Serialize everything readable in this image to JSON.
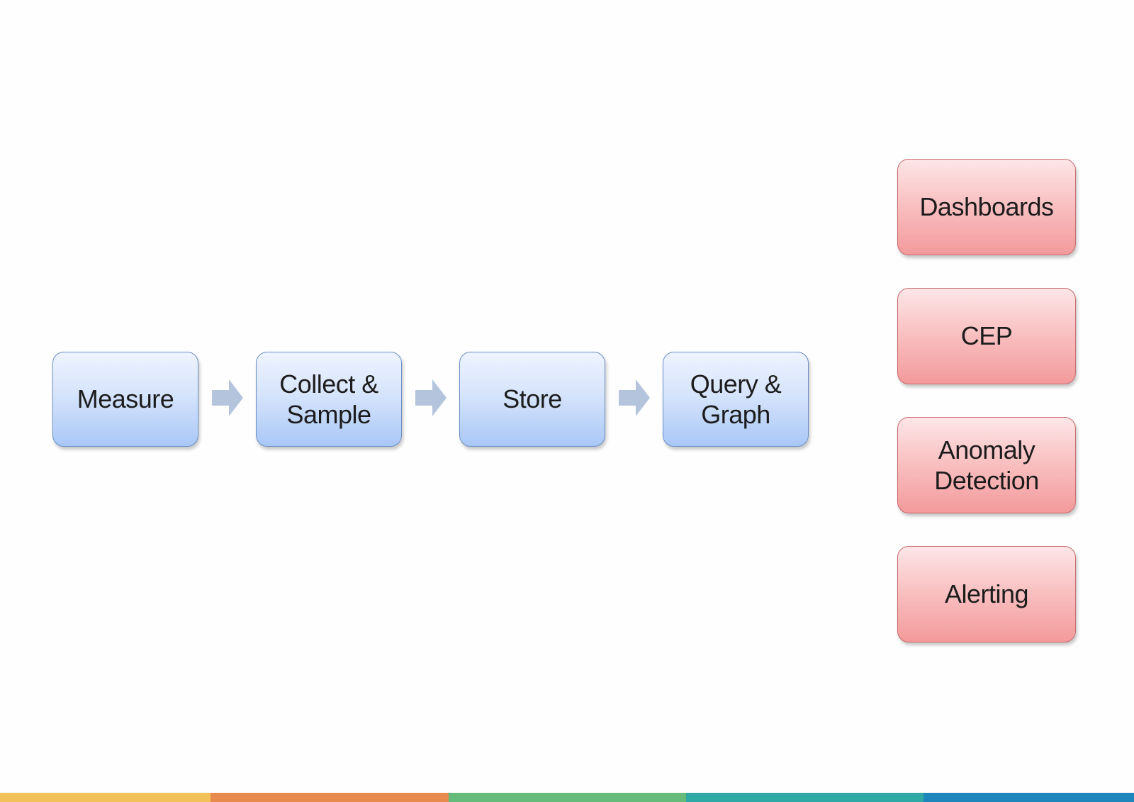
{
  "pipeline": [
    {
      "label": "Measure"
    },
    {
      "label": "Collect &\nSample"
    },
    {
      "label": "Store"
    },
    {
      "label": "Query &\nGraph"
    }
  ],
  "outputs": [
    {
      "label": "Dashboards"
    },
    {
      "label": "CEP"
    },
    {
      "label": "Anomaly\nDetection"
    },
    {
      "label": "Alerting"
    }
  ],
  "colors": {
    "pipeline_box": "#a9c7f6",
    "output_box": "#f39a9b",
    "arrow": "#b3c4dc",
    "bar_segments": [
      "#f2c15a",
      "#e8894d",
      "#66bb7a",
      "#2fa9a5",
      "#1f86bb"
    ]
  }
}
